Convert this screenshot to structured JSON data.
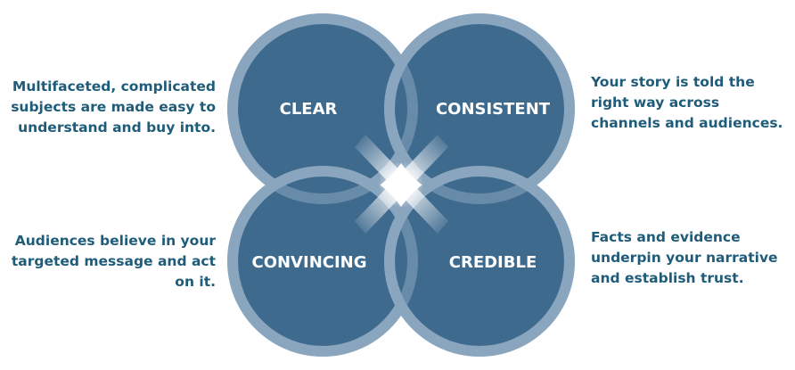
{
  "quadrants": {
    "top_left": {
      "label": "CLEAR",
      "description": "Multifaceted, complicated subjects are made easy to understand and buy into."
    },
    "top_right": {
      "label": "CONSISTENT",
      "description": "Your story is told the right way across channels and audiences."
    },
    "bottom_left": {
      "label": "CONVINCING",
      "description": "Audiences believe in your targeted message and act on it."
    },
    "bottom_right": {
      "label": "CREDIBLE",
      "description": "Facts and evidence underpin your narrative and establish trust."
    }
  },
  "colors": {
    "circle_fill": "#3e6a8e",
    "circle_ring": "#8aa6bf",
    "text": "#1f5c7a",
    "label_text": "#ffffff",
    "center_glow": "#ffffff"
  }
}
